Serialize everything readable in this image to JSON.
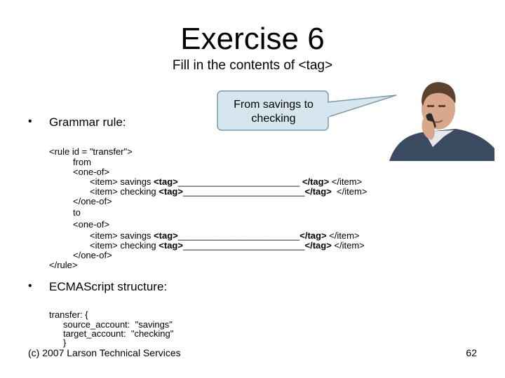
{
  "slide": {
    "title": "Exercise 6",
    "subtitle": "Fill in the contents of <tag>",
    "callout": "From savings to checking",
    "bullets": {
      "grammar_label": "Grammar rule:",
      "ecma_label": "ECMAScript structure:"
    },
    "grammar_lines": [
      {
        "pre": "<rule id = \"transfer\">"
      },
      {
        "pre": "from"
      },
      {
        "pre": "<one-of>"
      },
      {
        "pre": "<item> savings ",
        "tag_open": "<tag>",
        "blank": "________________________",
        "tag_close": " </tag>",
        "post": " </item>"
      },
      {
        "pre": "<item> checking ",
        "tag_open": "<tag>",
        "blank": "________________________",
        "tag_close": "</tag>",
        "post": "  </item>"
      },
      {
        "pre": "</one-of>"
      },
      {
        "pre": "to"
      },
      {
        "pre": "<one-of>"
      },
      {
        "pre": "<item> savings ",
        "tag_open": "<tag>",
        "blank": "________________________",
        "tag_close": "</tag>",
        "post": " </item>"
      },
      {
        "pre": "<item> checking ",
        "tag_open": "<tag>",
        "blank": "________________________",
        "tag_close": "</tag>",
        "post": " </item>"
      },
      {
        "pre": "</one-of>"
      },
      {
        "pre": "</rule>"
      }
    ],
    "ecma_lines": [
      "transfer: {",
      "source_account:  \"savings\"",
      "target_account:  \"checking\"",
      "}"
    ],
    "footer": {
      "copyright": "(c) 2007 Larson Technical Services",
      "page_number": "62"
    }
  },
  "colors": {
    "callout_fill": "#d6e6ee",
    "callout_border": "#7a9aaa"
  }
}
